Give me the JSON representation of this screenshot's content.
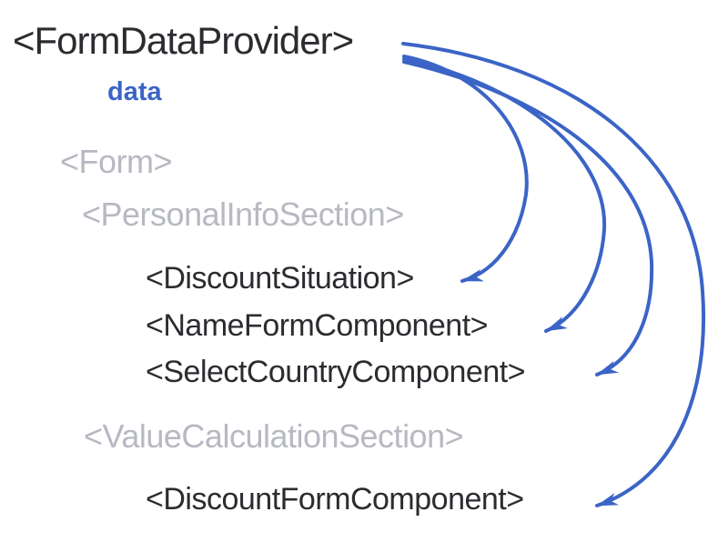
{
  "colors": {
    "accent_blue": "#3b64c6",
    "component_text": "#2b2c30",
    "section_text_muted": "#b7b9c2",
    "background": "#ffffff"
  },
  "diagram": {
    "nodes": {
      "provider": {
        "label": "<FormDataProvider>"
      },
      "data_prop": {
        "label": "data"
      },
      "form": {
        "label": "<Form>"
      },
      "personal_info_section": {
        "label": "<PersonalInfoSection>"
      },
      "discount_situation": {
        "label": "<DiscountSituation>"
      },
      "name_form_component": {
        "label": "<NameFormComponent>"
      },
      "select_country_component": {
        "label": "<SelectCountryComponent>"
      },
      "value_calculation_section": {
        "label": "<ValueCalculationSection>"
      },
      "discount_form_component": {
        "label": "<DiscountFormComponent>"
      }
    },
    "connections": [
      {
        "from": "<FormDataProvider>",
        "prop": "data",
        "to": "<DiscountSituation>"
      },
      {
        "from": "<FormDataProvider>",
        "prop": "data",
        "to": "<NameFormComponent>"
      },
      {
        "from": "<FormDataProvider>",
        "prop": "data",
        "to": "<SelectCountryComponent>"
      },
      {
        "from": "<FormDataProvider>",
        "prop": "data",
        "to": "<DiscountFormComponent>"
      }
    ]
  }
}
